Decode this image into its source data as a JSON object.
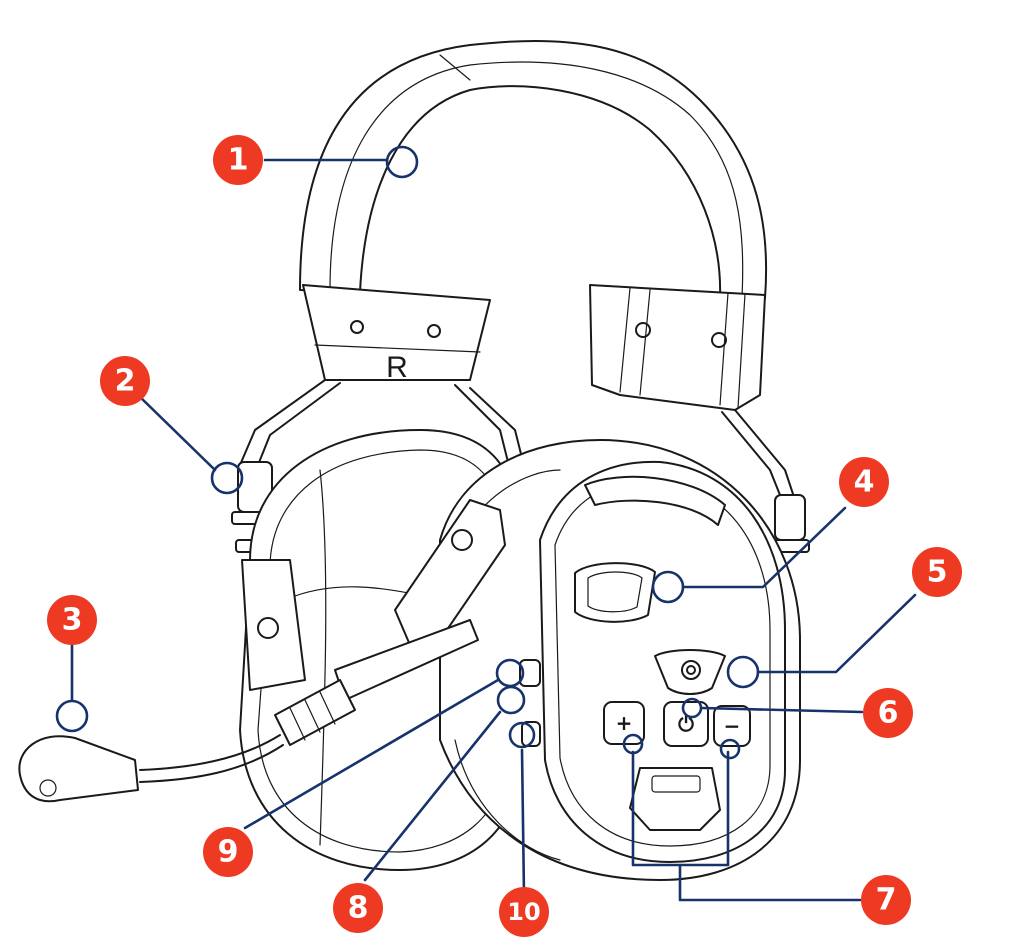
{
  "diagram": {
    "side_marking": "R",
    "button_symbols": {
      "plus": "+",
      "power": "⏻",
      "minus": "−"
    },
    "callouts": [
      {
        "number": "1"
      },
      {
        "number": "2"
      },
      {
        "number": "3"
      },
      {
        "number": "4"
      },
      {
        "number": "5"
      },
      {
        "number": "6"
      },
      {
        "number": "7"
      },
      {
        "number": "8"
      },
      {
        "number": "9"
      },
      {
        "number": "10"
      }
    ],
    "colors": {
      "badge": "#ef3a23",
      "leader": "#17336b",
      "line_art": "#1a1a1a"
    }
  }
}
